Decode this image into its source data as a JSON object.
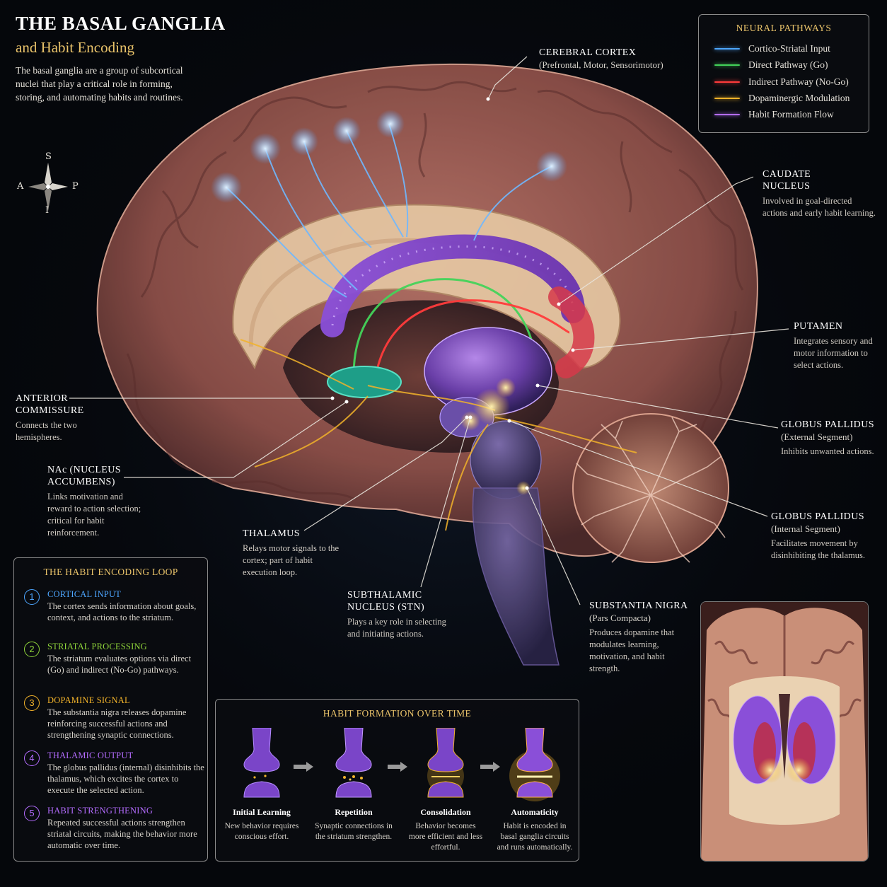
{
  "header": {
    "title": "THE BASAL GANGLIA",
    "subtitle": "and Habit Encoding",
    "intro": "The basal ganglia are a group of subcortical nuclei that play a critical role in forming, storing, and automating habits and routines."
  },
  "compass": {
    "s": "S",
    "a": "A",
    "p": "P",
    "i": "I"
  },
  "legend": {
    "title": "NEURAL PATHWAYS",
    "items": [
      {
        "label": "Cortico-Striatal Input",
        "color": "#4da6ff"
      },
      {
        "label": "Direct Pathway (Go)",
        "color": "#43d35a"
      },
      {
        "label": "Indirect Pathway (No-Go)",
        "color": "#ff3b3b"
      },
      {
        "label": "Dopaminergic Modulation",
        "color": "#f2b32a"
      },
      {
        "label": "Habit Formation Flow",
        "color": "#b46cff"
      }
    ]
  },
  "labels": {
    "cortex": {
      "name": "CEREBRAL CORTEX",
      "sub": "(Prefrontal, Motor, Sensorimotor)"
    },
    "caudate": {
      "name_1": "CAUDATE",
      "name_2": "NUCLEUS",
      "desc": "Involved in goal-directed actions and early habit learning."
    },
    "putamen": {
      "name": "PUTAMEN",
      "desc": "Integrates sensory and motor information to select actions."
    },
    "gpe": {
      "name": "GLOBUS PALLIDUS",
      "sub": "(External Segment)",
      "desc": "Inhibits unwanted actions."
    },
    "gpi": {
      "name": "GLOBUS PALLIDUS",
      "sub": "(Internal Segment)",
      "desc": "Facilitates movement by disinhibiting the thalamus."
    },
    "snc": {
      "name": "SUBSTANTIA NIGRA",
      "sub": "(Pars Compacta)",
      "desc": "Produces dopamine that modulates learning, motivation, and habit strength."
    },
    "stn": {
      "name_1": "SUBTHALAMIC",
      "name_2": "NUCLEUS (STN)",
      "desc": "Plays a key role in selecting and initiating actions."
    },
    "thalamus": {
      "name": "THALAMUS",
      "desc": "Relays motor signals to the cortex; part of habit execution loop."
    },
    "nac": {
      "name_1": "NAc (NUCLEUS",
      "name_2": "ACCUMBENS)",
      "desc": "Links motivation and reward to action selection; critical for habit reinforcement."
    },
    "ac": {
      "name_1": "ANTERIOR",
      "name_2": "COMMISSURE",
      "desc": "Connects the two hemispheres."
    }
  },
  "loop": {
    "title": "THE HABIT ENCODING LOOP",
    "steps": [
      {
        "num": "1",
        "title": "CORTICAL INPUT",
        "text": "The cortex sends information about goals, context, and actions to the striatum.",
        "color": "#4da6ff"
      },
      {
        "num": "2",
        "title": "STRIATAL PROCESSING",
        "text": "The striatum evaluates options via direct (Go) and indirect (No-Go) pathways.",
        "color": "#8fd43a"
      },
      {
        "num": "3",
        "title": "DOPAMINE SIGNAL",
        "text": "The substantia nigra releases dopamine reinforcing successful actions and strengthening synaptic connections.",
        "color": "#f2b32a"
      },
      {
        "num": "4",
        "title": "THALAMIC OUTPUT",
        "text": "The globus pallidus (internal) disinhibits the thalamus, which excites the cortex to execute the selected action.",
        "color": "#b46cff"
      },
      {
        "num": "5",
        "title": "HABIT STRENGTHENING",
        "text": "Repeated successful actions strengthen striatal circuits, making the behavior more automatic over time.",
        "color": "#b46cff"
      }
    ]
  },
  "formation": {
    "title": "HABIT FORMATION OVER TIME",
    "stages": [
      {
        "name": "Initial Learning",
        "desc": "New behavior requires conscious effort."
      },
      {
        "name": "Repetition",
        "desc": "Synaptic connections in the striatum strengthen."
      },
      {
        "name": "Consolidation",
        "desc": "Behavior becomes more efficient and less effortful."
      },
      {
        "name": "Automaticity",
        "desc": "Habit is encoded in basal ganglia circuits and runs automatically."
      }
    ]
  }
}
